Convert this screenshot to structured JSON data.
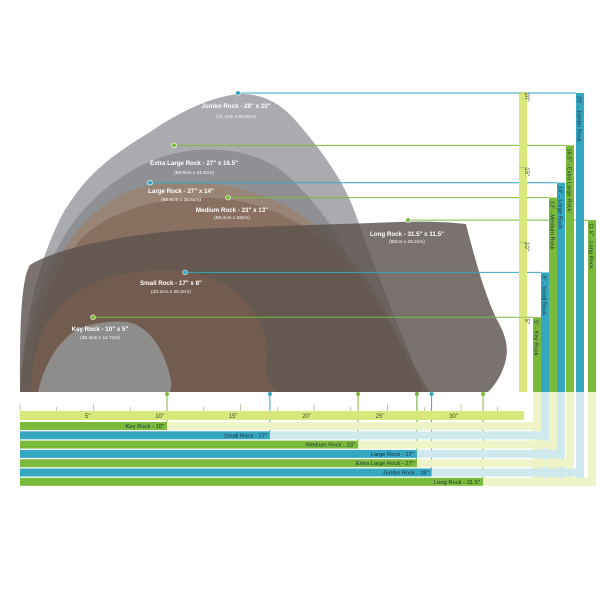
{
  "colors": {
    "teal": "#35a7c1",
    "green": "#7bbb3c",
    "lime": "#d8e87a",
    "light_lime": "#eef4c8",
    "light_teal": "#cfe9ee",
    "ruler_tick": "#9aa86a"
  },
  "rocks": [
    {
      "key": "jumbo",
      "label": "Jumbo Rock - 28\" x 20\"",
      "dims": "(71.1cm x 50.8cm)",
      "bar_label": "Jumbo Rock - 28\"",
      "vbar_label": "20\" - Jumbo Rock",
      "color": "teal",
      "length": 28,
      "height": 20
    },
    {
      "key": "xl",
      "label": "Extra Large Rock - 27\" x 16.5\"",
      "dims": "(68.6cm x 41.9cm)",
      "bar_label": "Extra Large Rock - 27\"",
      "vbar_label": "16.5\" - Extra Large Rock",
      "color": "green",
      "length": 27,
      "height": 16.5
    },
    {
      "key": "large",
      "label": "Large Rock - 27\" x 14\"",
      "dims": "(68.6cm x 35.6cm)",
      "bar_label": "Large Rock - 27\"",
      "vbar_label": "14\" - Large Rock",
      "color": "teal",
      "length": 27,
      "height": 14
    },
    {
      "key": "medium",
      "label": "Medium Rock - 23\" x 13\"",
      "dims": "(58.4cm x 33cm)",
      "bar_label": "Medium Rock - 23\"",
      "vbar_label": "13\" - Medium Rock",
      "color": "green",
      "length": 23,
      "height": 13
    },
    {
      "key": "long",
      "label": "Long Rock - 31.5\" x 11.5\"",
      "dims": "(80cm x 29.2cm)",
      "bar_label": "Long Rock - 31.5\"",
      "vbar_label": "11.5\" - Long Rock",
      "color": "green",
      "length": 31.5,
      "height": 11.5
    },
    {
      "key": "small",
      "label": "Small Rock - 17\" x 8\"",
      "dims": "(43.2cm x 20.3cm)",
      "bar_label": "Small Rock - 17\"",
      "vbar_label": "8\" - Small Rock",
      "color": "teal",
      "length": 17,
      "height": 8
    },
    {
      "key": "key",
      "label": "Key Rock - 10\" x 5\"",
      "dims": "(25.4cm x 12.7cm)",
      "bar_label": "Key Rock - 10\"",
      "vbar_label": "5\" - Key Rock",
      "color": "green",
      "length": 10,
      "height": 5
    }
  ],
  "bar_order": [
    "key",
    "small",
    "medium",
    "large",
    "xl",
    "jumbo",
    "long"
  ],
  "ruler_h": {
    "ticks": [
      "5\"",
      "10\"",
      "15\"",
      "20\"",
      "25\"",
      "30\""
    ]
  },
  "ruler_v": {
    "ticks": [
      "5\"",
      "10\"",
      "15\"",
      "20\""
    ]
  }
}
